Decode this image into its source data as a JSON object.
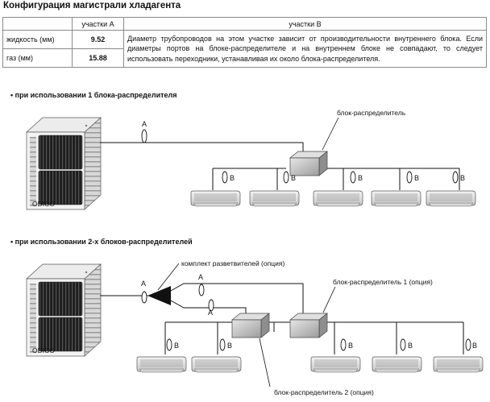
{
  "title": "Конфигурация магистрали хладагента",
  "table": {
    "headers": [
      "",
      "участки A",
      "участки B"
    ],
    "rows": [
      {
        "label": "жидкость (мм)",
        "value": "9.52"
      },
      {
        "label": "газ (мм)",
        "value": "15.88"
      }
    ],
    "description": "Диаметр трубопроводов на этом участке зависит от производительности внутреннего блока. Если диаметры портов на блоке-распределителе и на внутреннем блоке не совпадают, то следует использовать переходники, устанавливая их около блока-распределителя."
  },
  "diagram1": {
    "heading": "• при использовании 1 блока-распределителя",
    "box_label": "блок-распределитель",
    "pipe_a": "A",
    "pipe_b": "B"
  },
  "diagram2": {
    "heading": "• при использовании 2-х блоков-распределителей",
    "kit_label": "комплект разветвителей (опция)",
    "box1_label": "блок-распределитель 1 (опция)",
    "box2_label": "блок-распределитель 2 (опция)",
    "pipe_a": "A",
    "pipe_b": "B"
  },
  "logo_text": "ODICO"
}
